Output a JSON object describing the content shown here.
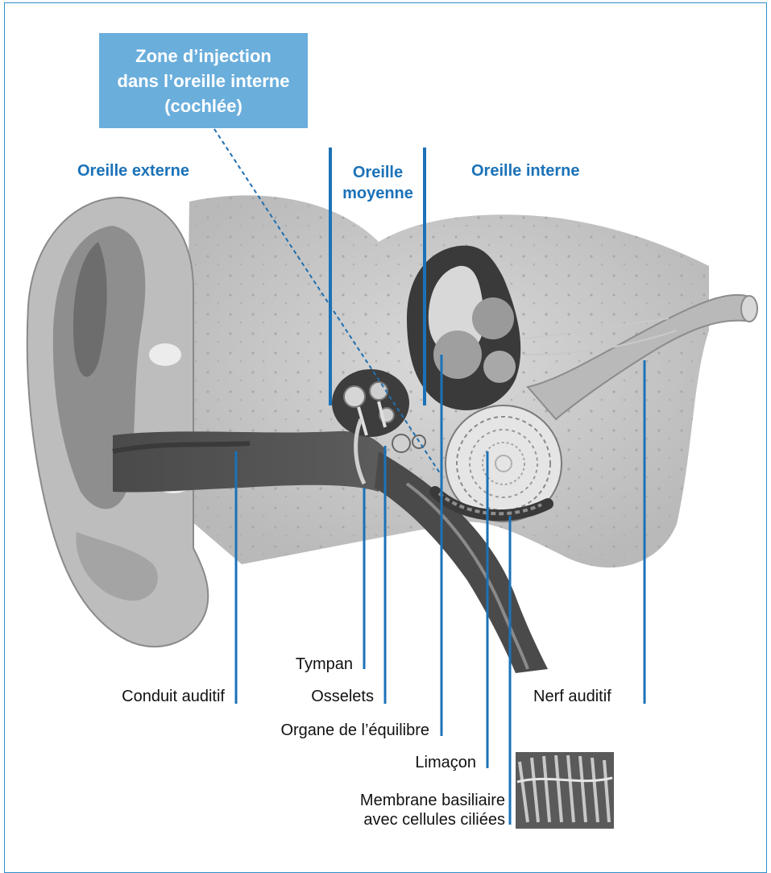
{
  "callout": {
    "line1": "Zone d’injection",
    "line2": "dans l’oreille interne",
    "line3": "(cochlée)"
  },
  "zones": {
    "outer": "Oreille externe",
    "middle_1": "Oreille",
    "middle_2": "moyenne",
    "inner": "Oreille interne"
  },
  "labels": {
    "tympan": "Tympan",
    "conduit": "Conduit auditif",
    "osselets": "Osselets",
    "nerf": "Nerf auditif",
    "organe": "Organe de l’équilibre",
    "limacon": "Limaçon",
    "membrane_1": "Membrane basiliaire",
    "membrane_2": "avec cellules ciliées"
  },
  "colors": {
    "accent": "#1b72b8",
    "callout_bg": "#6aaedc",
    "frame": "#2f8fc8",
    "leader": "#1f6fb0"
  }
}
